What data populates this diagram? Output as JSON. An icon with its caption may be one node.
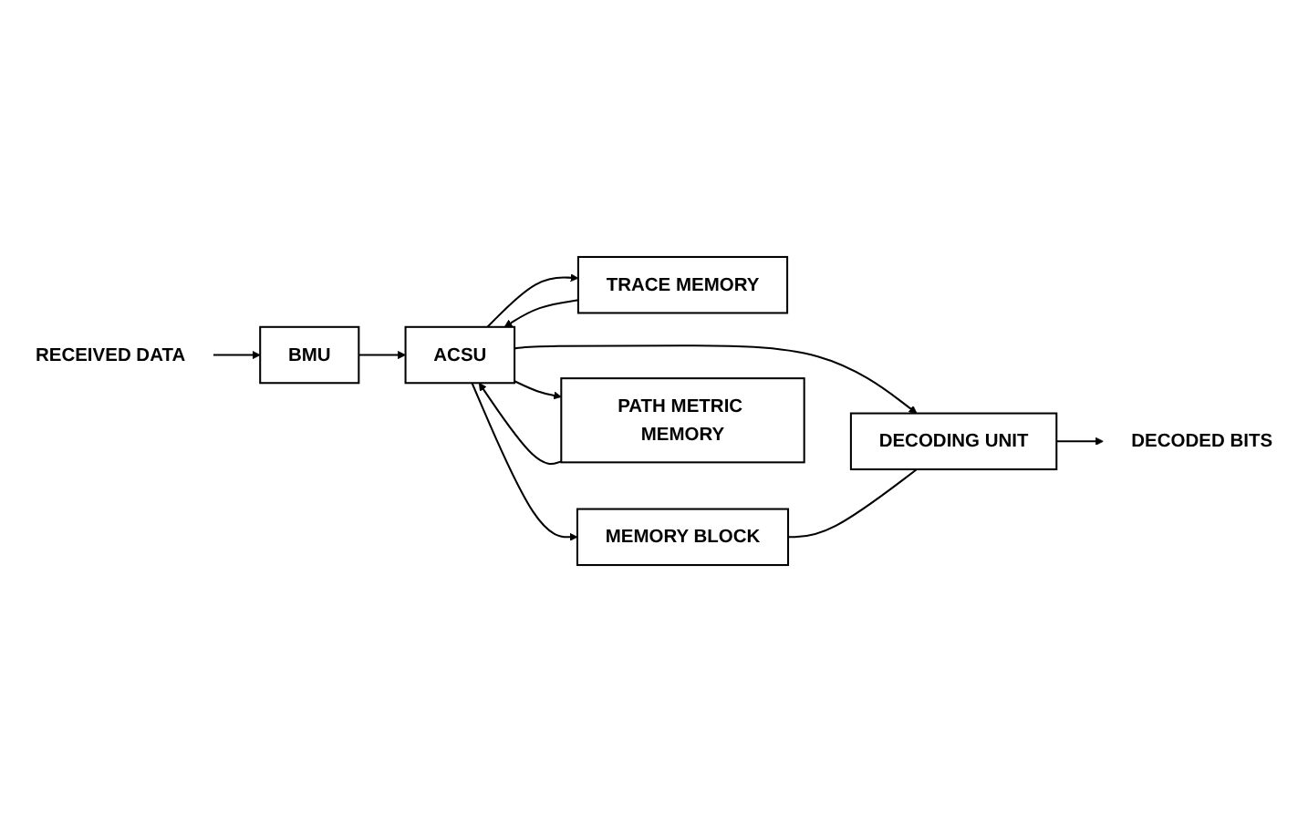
{
  "diagram": {
    "nodes": [
      {
        "text": [
          "RECEIVED DATA"
        ]
      },
      {
        "text": [
          "BMU"
        ]
      },
      {
        "text": [
          "TRACE MEMORY"
        ]
      },
      {
        "text": [
          "ACSU"
        ]
      },
      {
        "text": [
          "MEMORY BLOCK"
        ]
      },
      {
        "text": [
          "DECODING UNIT"
        ]
      },
      {
        "text": [
          "PATH METRIC MEMORY"
        ]
      },
      {
        "text": [
          "DECODED BITS"
        ]
      }
    ],
    "edges": [
      {
        "from": 0,
        "to": 1,
        "arrow": "to"
      },
      {
        "from": 2,
        "to": 3,
        "arrow": "to"
      },
      {
        "from": 1,
        "to": 3,
        "arrow": "to"
      },
      {
        "from": 3,
        "to": 2,
        "arrow": "to"
      },
      {
        "from": 3,
        "to": 4,
        "arrow": "to"
      },
      {
        "from": 3,
        "to": 5,
        "arrow": "to"
      },
      {
        "from": 4,
        "to": 5,
        "arrow": "none"
      },
      {
        "from": 6,
        "to": 3,
        "arrow": "to"
      },
      {
        "from": 3,
        "to": 6,
        "arrow": "to"
      },
      {
        "from": 5,
        "to": 7,
        "arrow": "to"
      }
    ]
  }
}
